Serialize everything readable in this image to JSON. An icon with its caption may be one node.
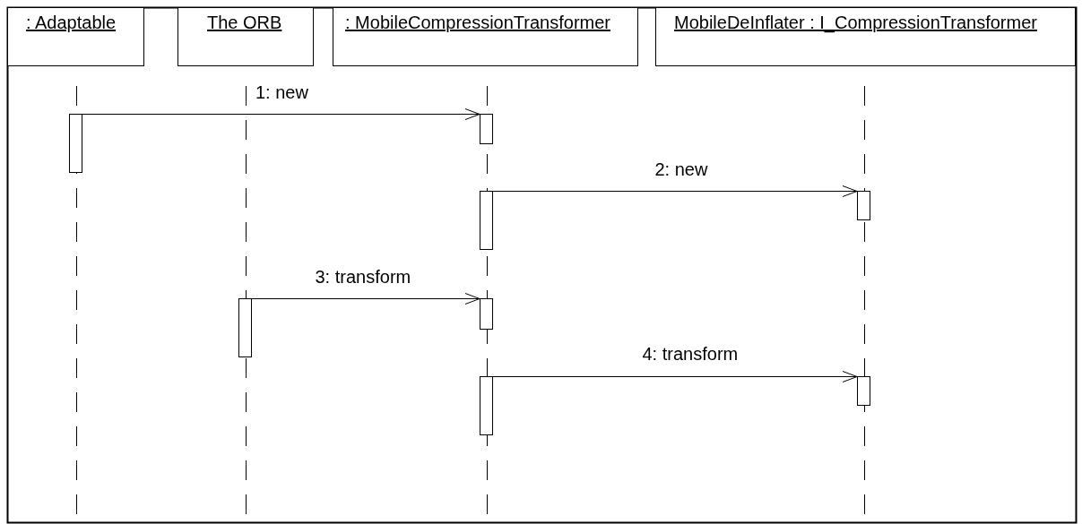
{
  "diagram": {
    "nodes": [
      {
        "text": [
          ": Adaptable"
        ]
      },
      {
        "text": [
          "The ORB"
        ]
      },
      {
        "text": [
          ": MobileCompressionTransformer"
        ]
      },
      {
        "text": [
          "MobileDeInflater : I_CompressionTransformer"
        ]
      },
      {
        "text": [],
        "shape": "bar"
      },
      {
        "text": [],
        "shape": "bar"
      },
      {
        "text": [],
        "shape": "bar"
      },
      {
        "text": [],
        "shape": "bar"
      },
      {
        "text": [],
        "shape": "bar"
      },
      {
        "text": [],
        "shape": "bar"
      },
      {
        "text": [],
        "shape": "bar"
      },
      {
        "text": [],
        "shape": "bar"
      }
    ],
    "edges": [
      {
        "from": 4,
        "to": 5,
        "arrow": "to",
        "label": "1: new"
      },
      {
        "from": 6,
        "to": 7,
        "arrow": "to",
        "label": "2: new"
      },
      {
        "from": 8,
        "to": 9,
        "arrow": "to",
        "label": "3: transform"
      },
      {
        "from": 10,
        "to": 11,
        "arrow": "to",
        "label": "4: transform"
      }
    ]
  }
}
